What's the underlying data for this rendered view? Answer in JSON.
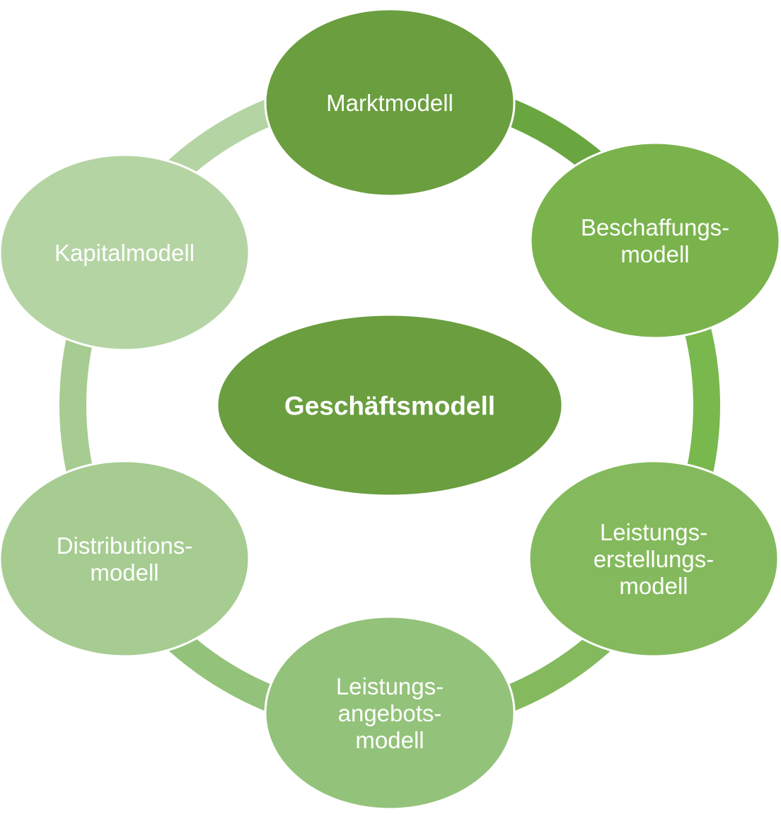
{
  "diagram": {
    "center": {
      "label": "Geschäftsmodell",
      "fill": "#6a9e3f"
    },
    "nodes": [
      {
        "id": "markt",
        "lines": [
          "Marktmodell"
        ],
        "fill": "#6a9e3f"
      },
      {
        "id": "beschaffung",
        "lines": [
          "Beschaffungs-",
          "modell"
        ],
        "fill": "#7ab34c"
      },
      {
        "id": "leistungserstellung",
        "lines": [
          "Leistungs-",
          "erstellungs-",
          "modell"
        ],
        "fill": "#84ba5d"
      },
      {
        "id": "leistungsangebot",
        "lines": [
          "Leistungs-",
          "angebots-",
          "modell"
        ],
        "fill": "#93c27a"
      },
      {
        "id": "distribution",
        "lines": [
          "Distributions-",
          "modell"
        ],
        "fill": "#a6cc91"
      },
      {
        "id": "kapital",
        "lines": [
          "Kapitalmodell"
        ],
        "fill": "#b5d4a4"
      }
    ],
    "connectors": [
      {
        "from": "markt",
        "to": "beschaffung",
        "fill": "#6aa640"
      },
      {
        "from": "beschaffung",
        "to": "leistungserstellung",
        "fill": "#78b84d"
      },
      {
        "from": "leistungserstellung",
        "to": "leistungsangebot",
        "fill": "#84ba5d"
      },
      {
        "from": "leistungsangebot",
        "to": "distribution",
        "fill": "#93c27a"
      },
      {
        "from": "distribution",
        "to": "kapital",
        "fill": "#a6cc91"
      },
      {
        "from": "kapital",
        "to": "markt",
        "fill": "#b5d4a4"
      }
    ],
    "colors": {
      "node_stroke": "#ffffff",
      "text": "#ffffff"
    }
  }
}
